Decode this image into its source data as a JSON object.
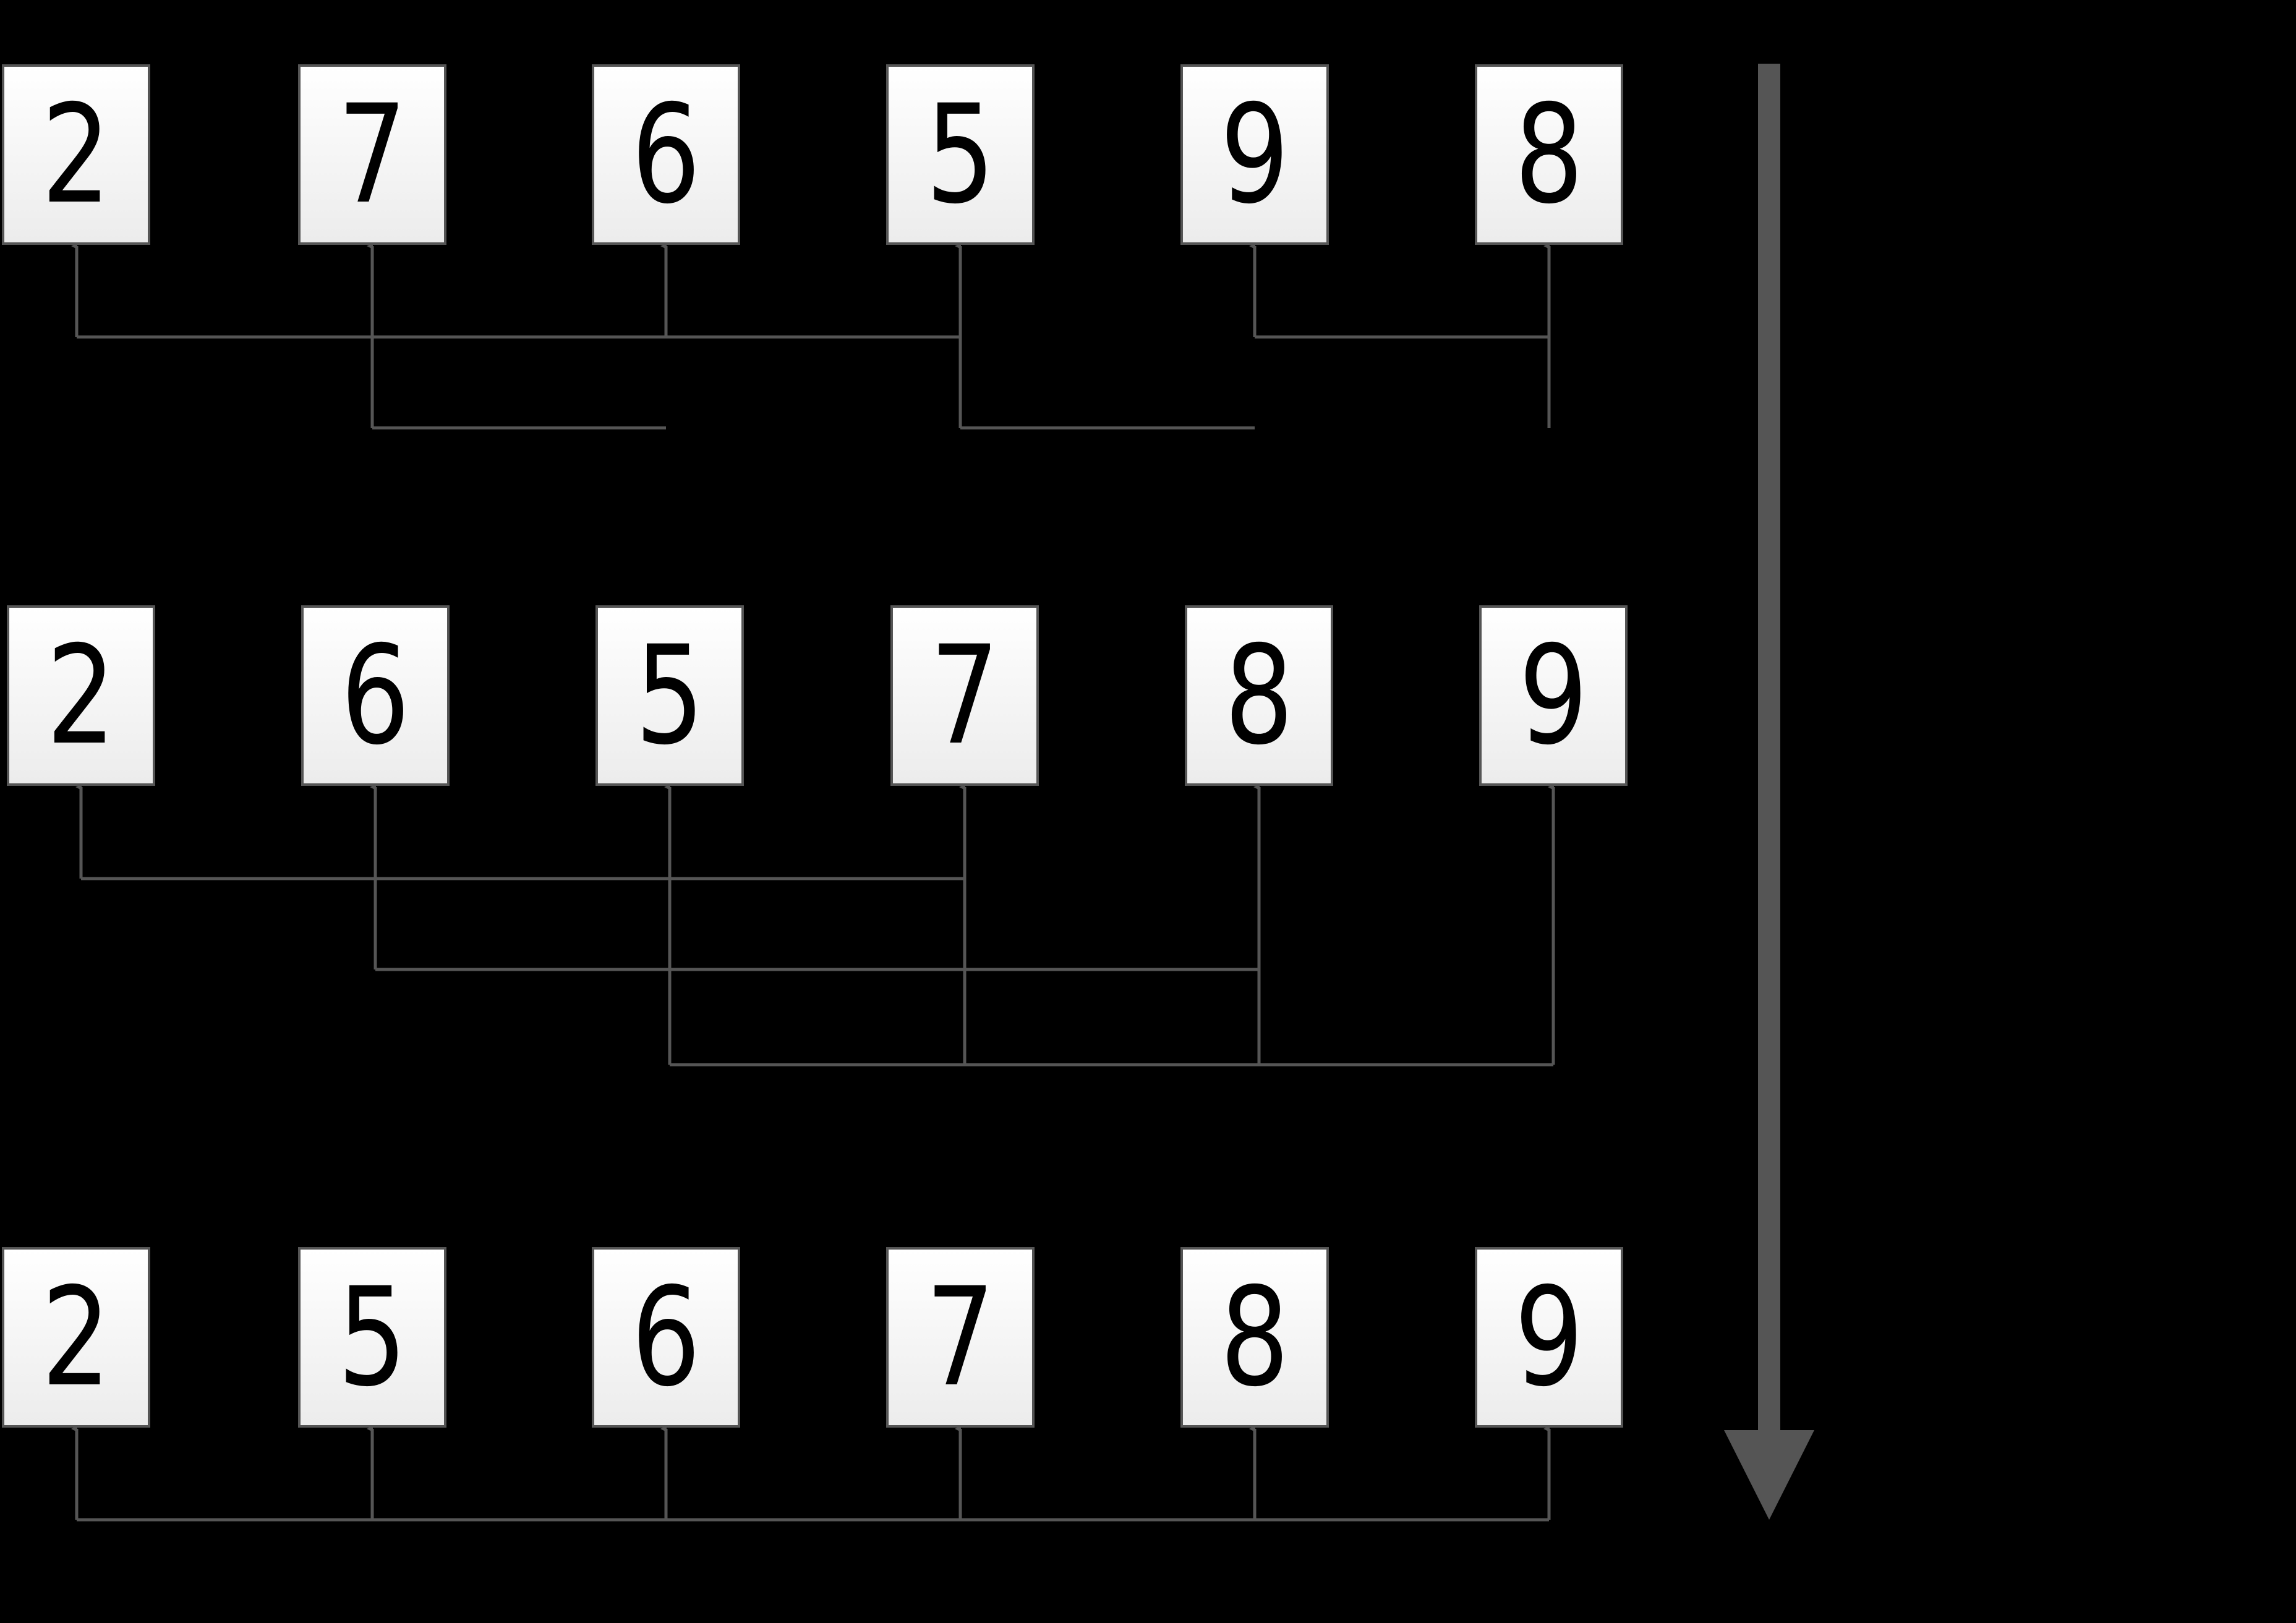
{
  "colors": {
    "background": "#000000",
    "line": "#555555",
    "box_fill": "#f4f4f4",
    "digit": "#000000"
  },
  "rows": [
    {
      "values": [
        "2",
        "7",
        "6",
        "5",
        "9",
        "8"
      ]
    },
    {
      "values": [
        "2",
        "6",
        "5",
        "7",
        "8",
        "9"
      ]
    },
    {
      "values": [
        "2",
        "5",
        "6",
        "7",
        "8",
        "9"
      ]
    }
  ],
  "process_arrow": {
    "direction": "down"
  }
}
